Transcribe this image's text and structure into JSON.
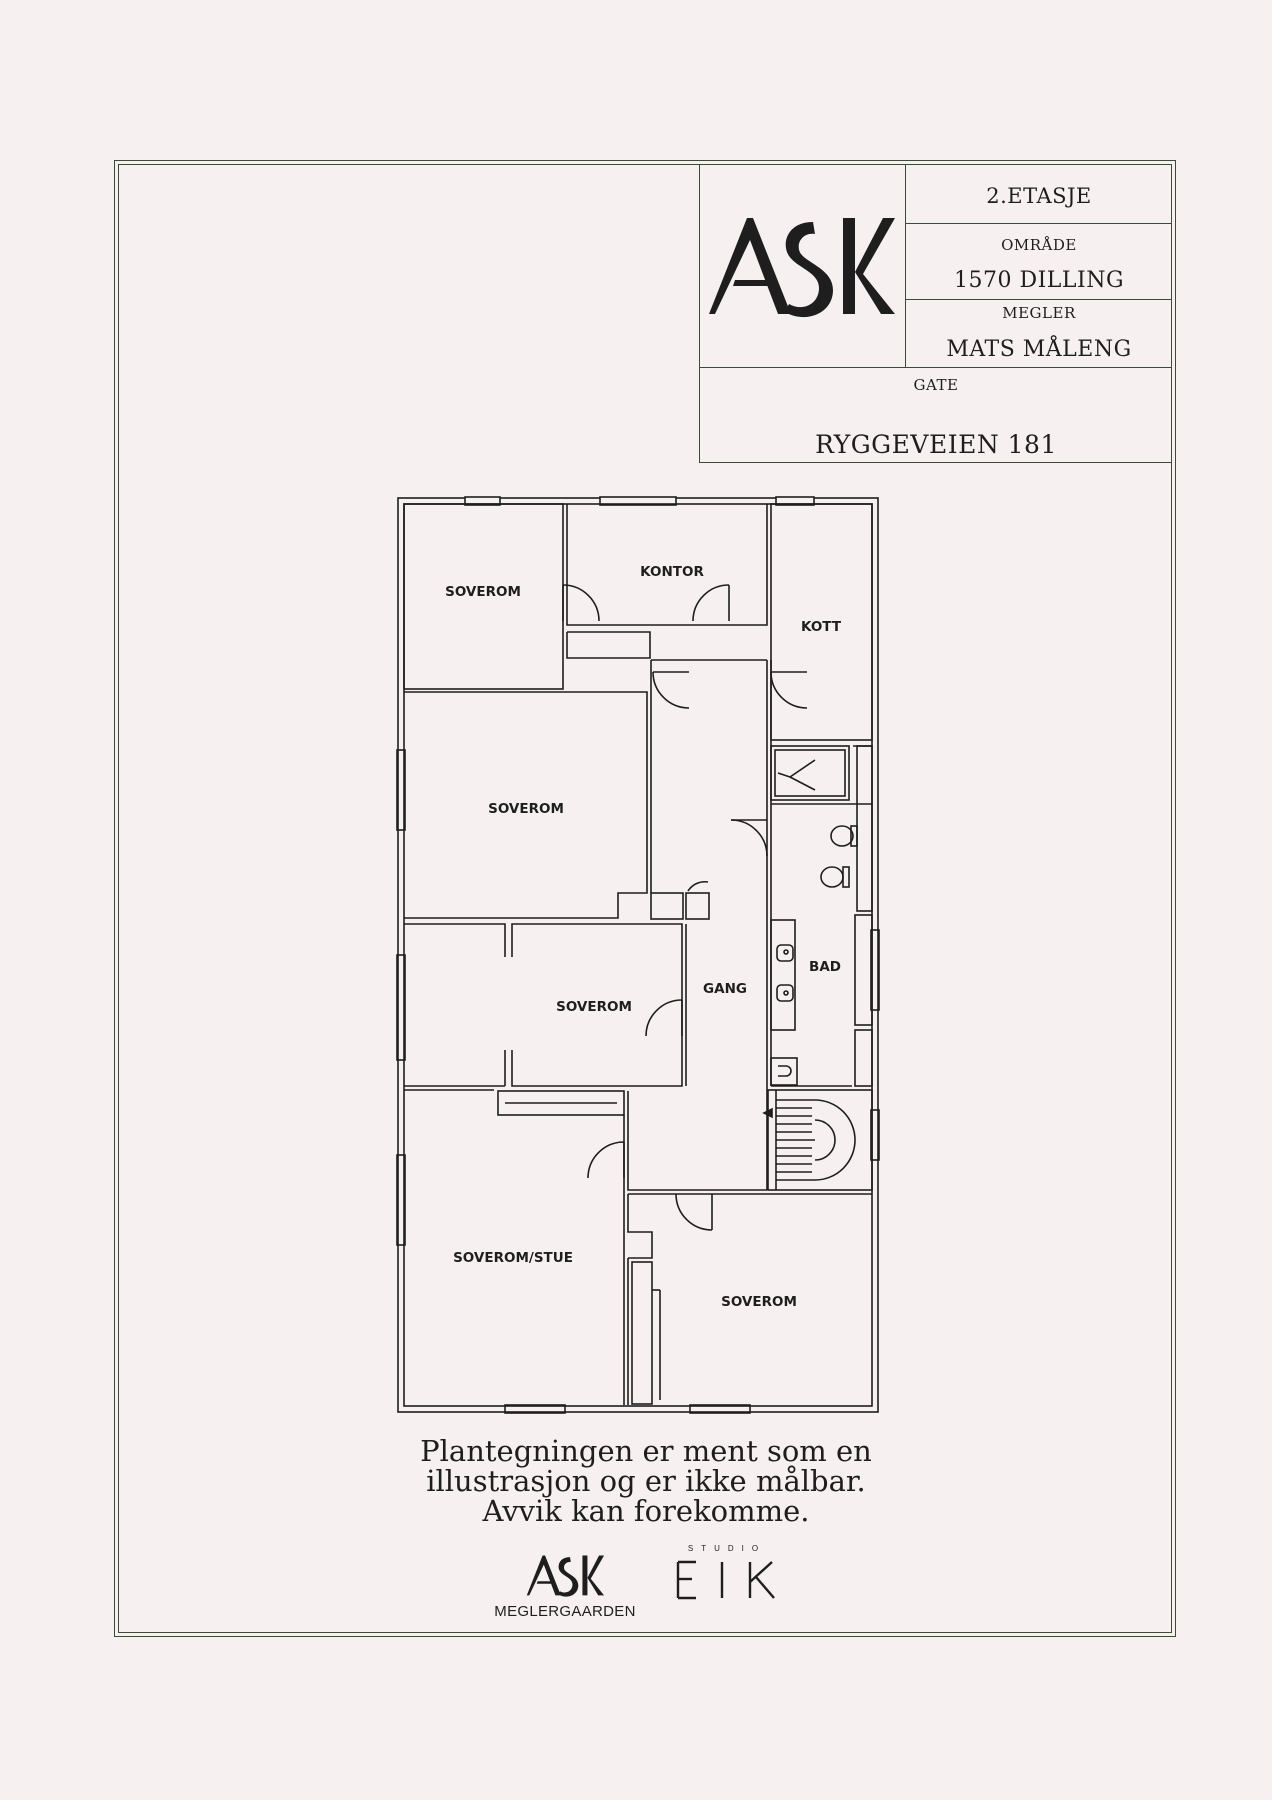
{
  "titleblock": {
    "floor": "2.ETASJE",
    "area_label": "OMRÅDE",
    "area_value": "1570 DILLING",
    "broker_label": "MEGLER",
    "broker_value": "MATS MÅLENG",
    "street_label": "GATE",
    "street_value": "RYGGEVEIEN 181",
    "logo_text": "ASK"
  },
  "rooms": {
    "soverom_nw": "SOVEROM",
    "kontor": "KONTOR",
    "kott": "KOTT",
    "soverom_w": "SOVEROM",
    "soverom_mid": "SOVEROM",
    "gang": "GANG",
    "bad": "BAD",
    "soverom_stue": "SOVEROM/STUE",
    "soverom_se": "SOVEROM"
  },
  "disclaimer": {
    "line1": "Plantegningen er ment som en",
    "line2": "illustrasjon og er ikke målbar.",
    "line3": "Avvik kan forekomme."
  },
  "footer": {
    "ask_logo_text": "ASK",
    "ask_subtitle": "MEGLERGAARDEN",
    "studio_label": "STUDIO",
    "eik_logo_text": "EIK"
  },
  "colors": {
    "background": "#f6f1f0",
    "frame": "#3c4a38",
    "ink": "#1e1e1e"
  }
}
